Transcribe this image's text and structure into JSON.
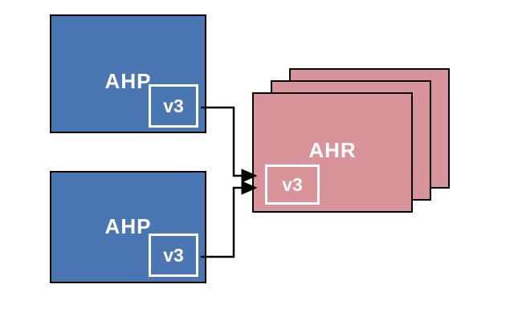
{
  "diagram": {
    "ahp_top": {
      "label": "AHP",
      "version": "v3"
    },
    "ahp_bottom": {
      "label": "AHP",
      "version": "v3"
    },
    "ahr": {
      "label": "AHR",
      "version": "v3"
    },
    "colors": {
      "blue_node": "#4a76b4",
      "pink_node": "#d9939a",
      "outline": "#000000",
      "badge_border": "#ffffff",
      "text": "#ffffff"
    }
  }
}
